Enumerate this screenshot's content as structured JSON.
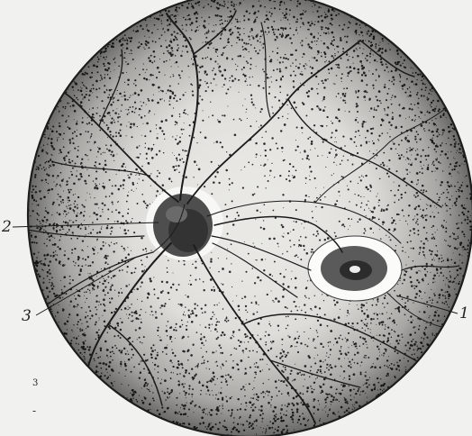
{
  "figure": {
    "labels": {
      "optic_disc": "2",
      "vessels": "3",
      "macula": "1"
    },
    "margin_marks": [
      "3",
      "-"
    ]
  },
  "colors": {
    "background": "#f1f1ef",
    "ink": "#1b1b1b",
    "stipple": "#2a2a2a",
    "disc_ring": "#ffffff"
  }
}
